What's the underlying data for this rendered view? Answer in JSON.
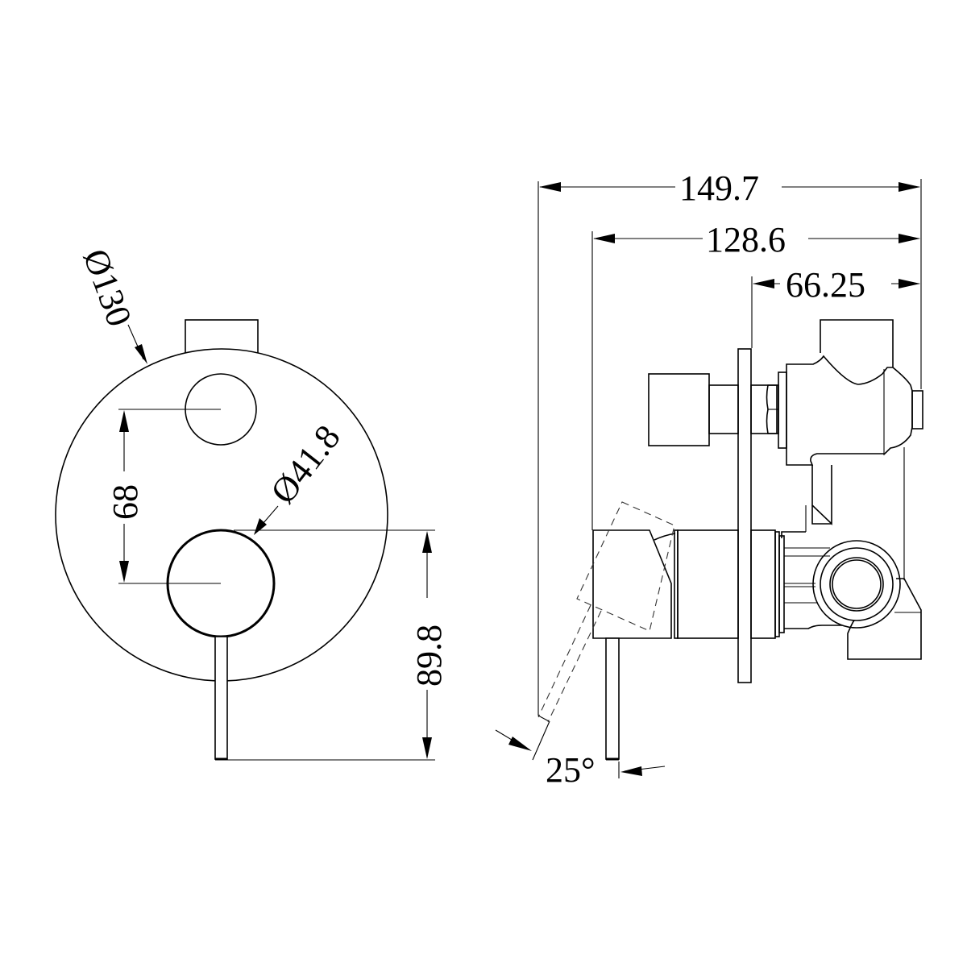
{
  "drawing": {
    "subject": "Shower mixer with diverter - front and side views",
    "line_color": "#000000",
    "background": "#ffffff"
  },
  "front_view": {
    "dimensions": {
      "plate_diameter": "Ø130",
      "handle_diameter": "Ø41.8",
      "center_spacing": "68",
      "lever_height": "89.8"
    }
  },
  "side_view": {
    "dimensions": {
      "overall_depth": "149.7",
      "depth_from_plate": "128.6",
      "body_depth": "66.25",
      "lever_angle": "25°"
    }
  }
}
